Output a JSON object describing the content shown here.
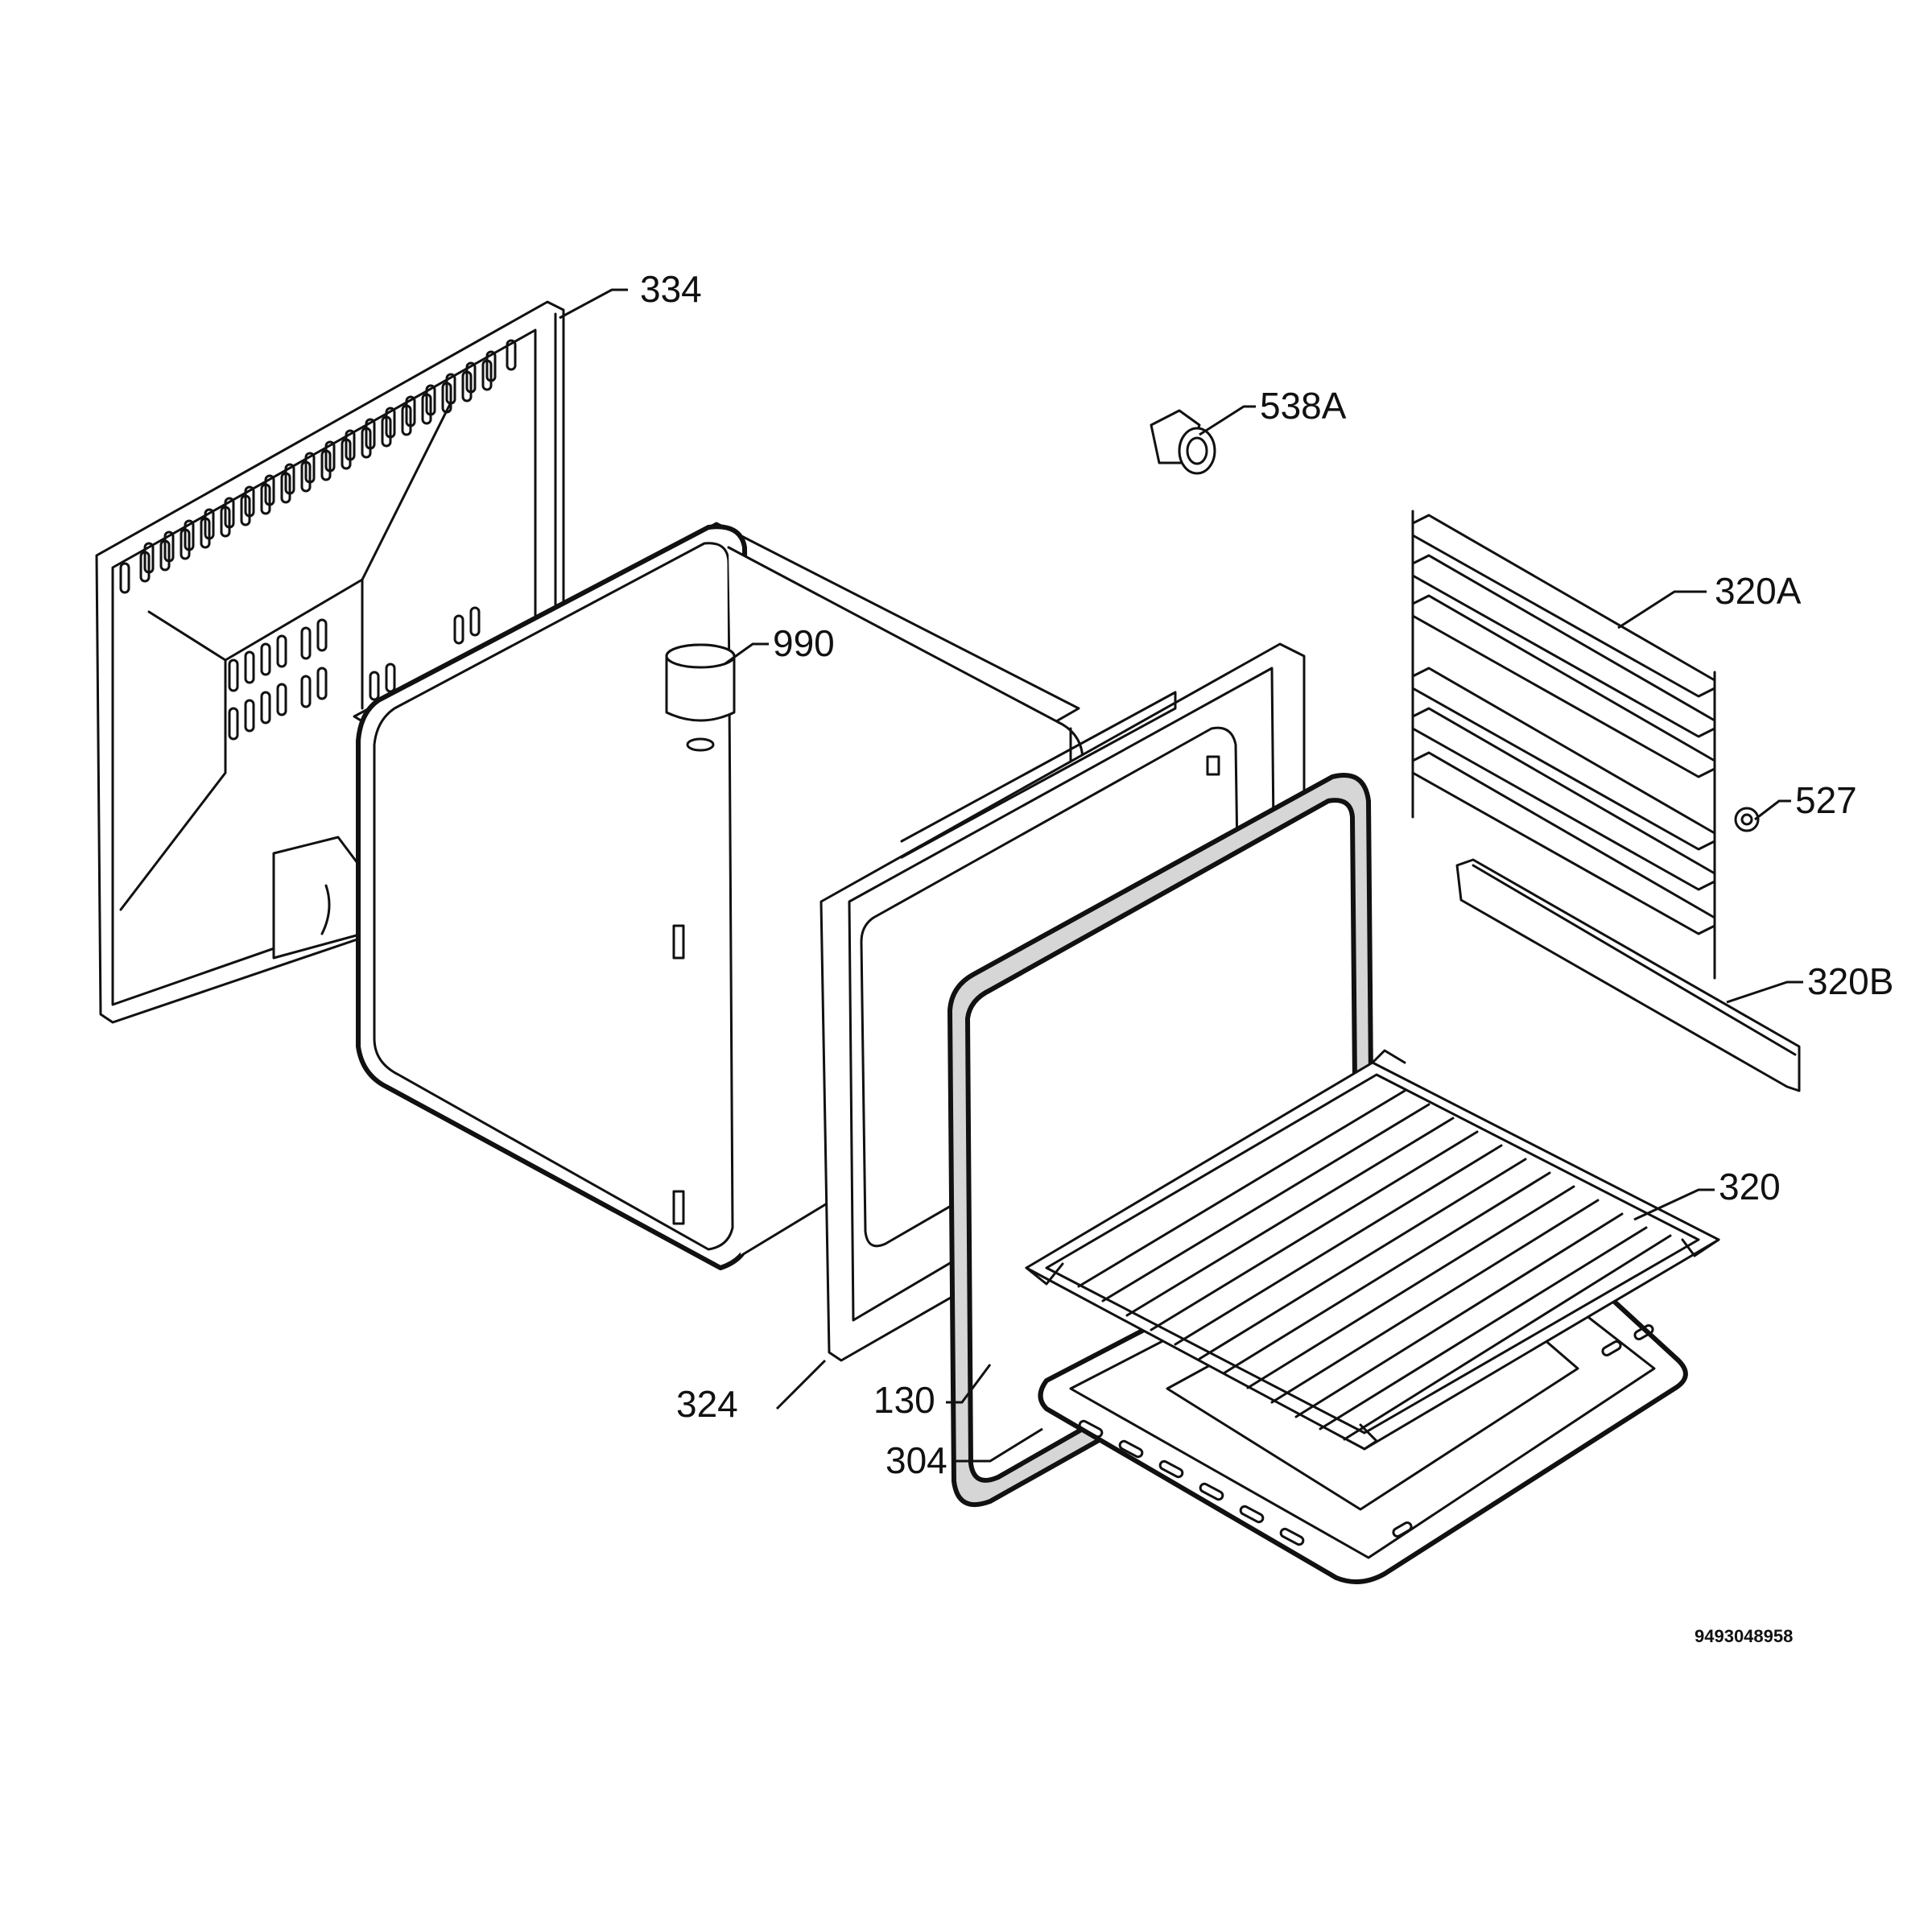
{
  "diagram": {
    "reference_number": "9493048958",
    "callouts": {
      "c334": "334",
      "c538a": "538A",
      "c320a": "320A",
      "c990": "990",
      "c527": "527",
      "c320b": "320B",
      "c320": "320",
      "c324": "324",
      "c130": "130",
      "c304": "304"
    }
  }
}
